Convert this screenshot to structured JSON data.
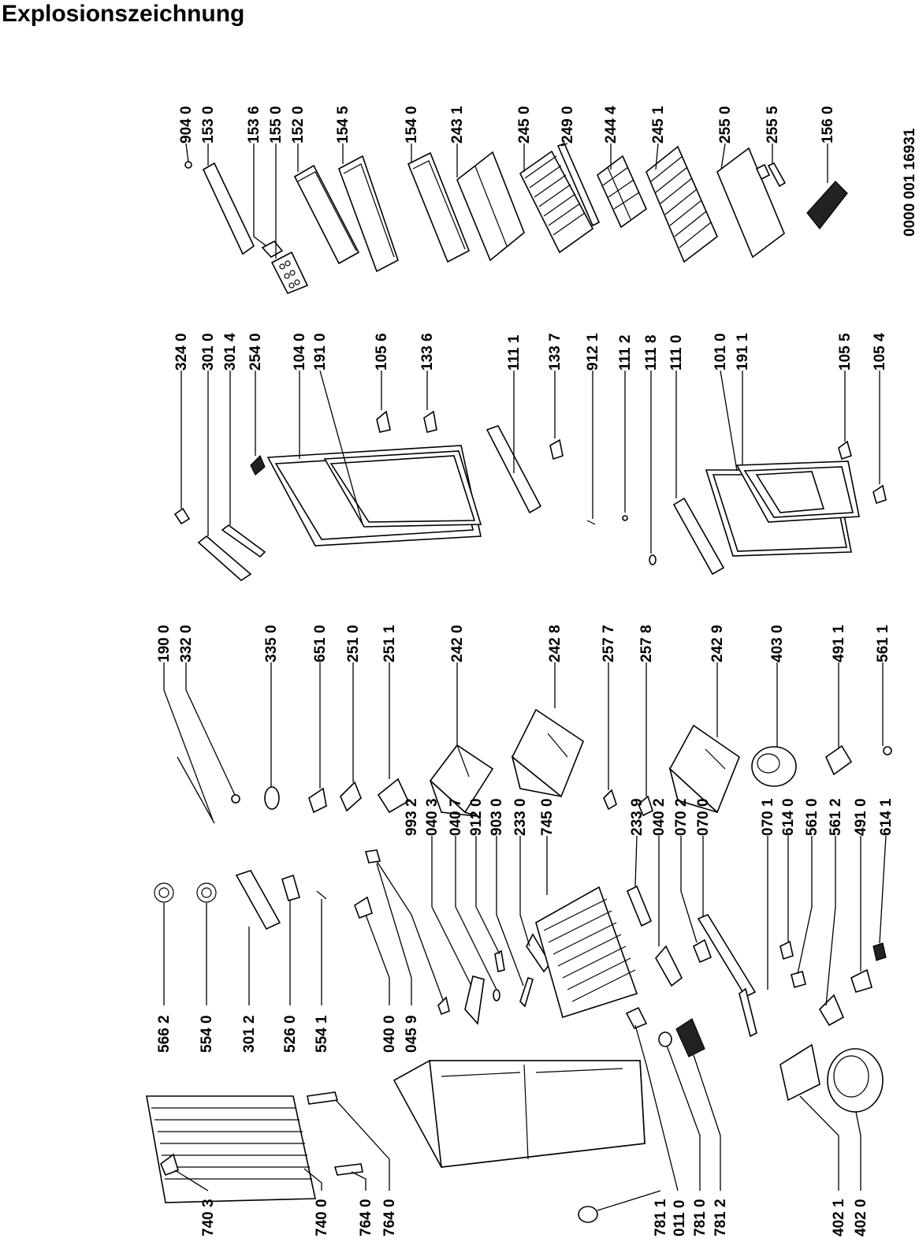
{
  "title": "Explosionszeichnung",
  "document_number": "0000 001 16931",
  "part_numbers": {
    "col_right": [
      "904 0",
      "153 0",
      "153 6",
      "155 0",
      "152 0",
      "154 5",
      "154 0",
      "243 1",
      "245 0",
      "249 0",
      "244 4",
      "245 1",
      "255 0",
      "255 5",
      "156 0"
    ],
    "col_door": [
      "324 0",
      "301 0",
      "301 4",
      "254 0",
      "104 0",
      "191 0",
      "105 6",
      "133 6",
      "111 1",
      "133 7",
      "912 1",
      "111 2",
      "111 8",
      "111 0",
      "101 0",
      "191 1",
      "105 5",
      "105 4"
    ],
    "col_mid": [
      "190 0",
      "332 0",
      "335 0",
      "651 0",
      "251 0",
      "251 1",
      "242 0",
      "242 8",
      "257 7",
      "257 8",
      "242 9",
      "403 0",
      "491 1",
      "561 1"
    ],
    "col_inner": [
      "993 2",
      "040 3",
      "040 7",
      "912 0",
      "903 0",
      "233 0",
      "745 0",
      "233 9",
      "040 2",
      "070 2",
      "070 0",
      "070 1",
      "614 0",
      "561 0",
      "561 2",
      "491 0",
      "614 1"
    ],
    "col_upper": [
      "566 2",
      "554 0",
      "301 2",
      "526 0",
      "554 1",
      "040 0",
      "045 9"
    ],
    "col_bottom": [
      "740 3",
      "740 0",
      "764 0",
      "764 0",
      "781 1",
      "011 0",
      "781 0",
      "781 2",
      "402 1",
      "402 0"
    ]
  }
}
